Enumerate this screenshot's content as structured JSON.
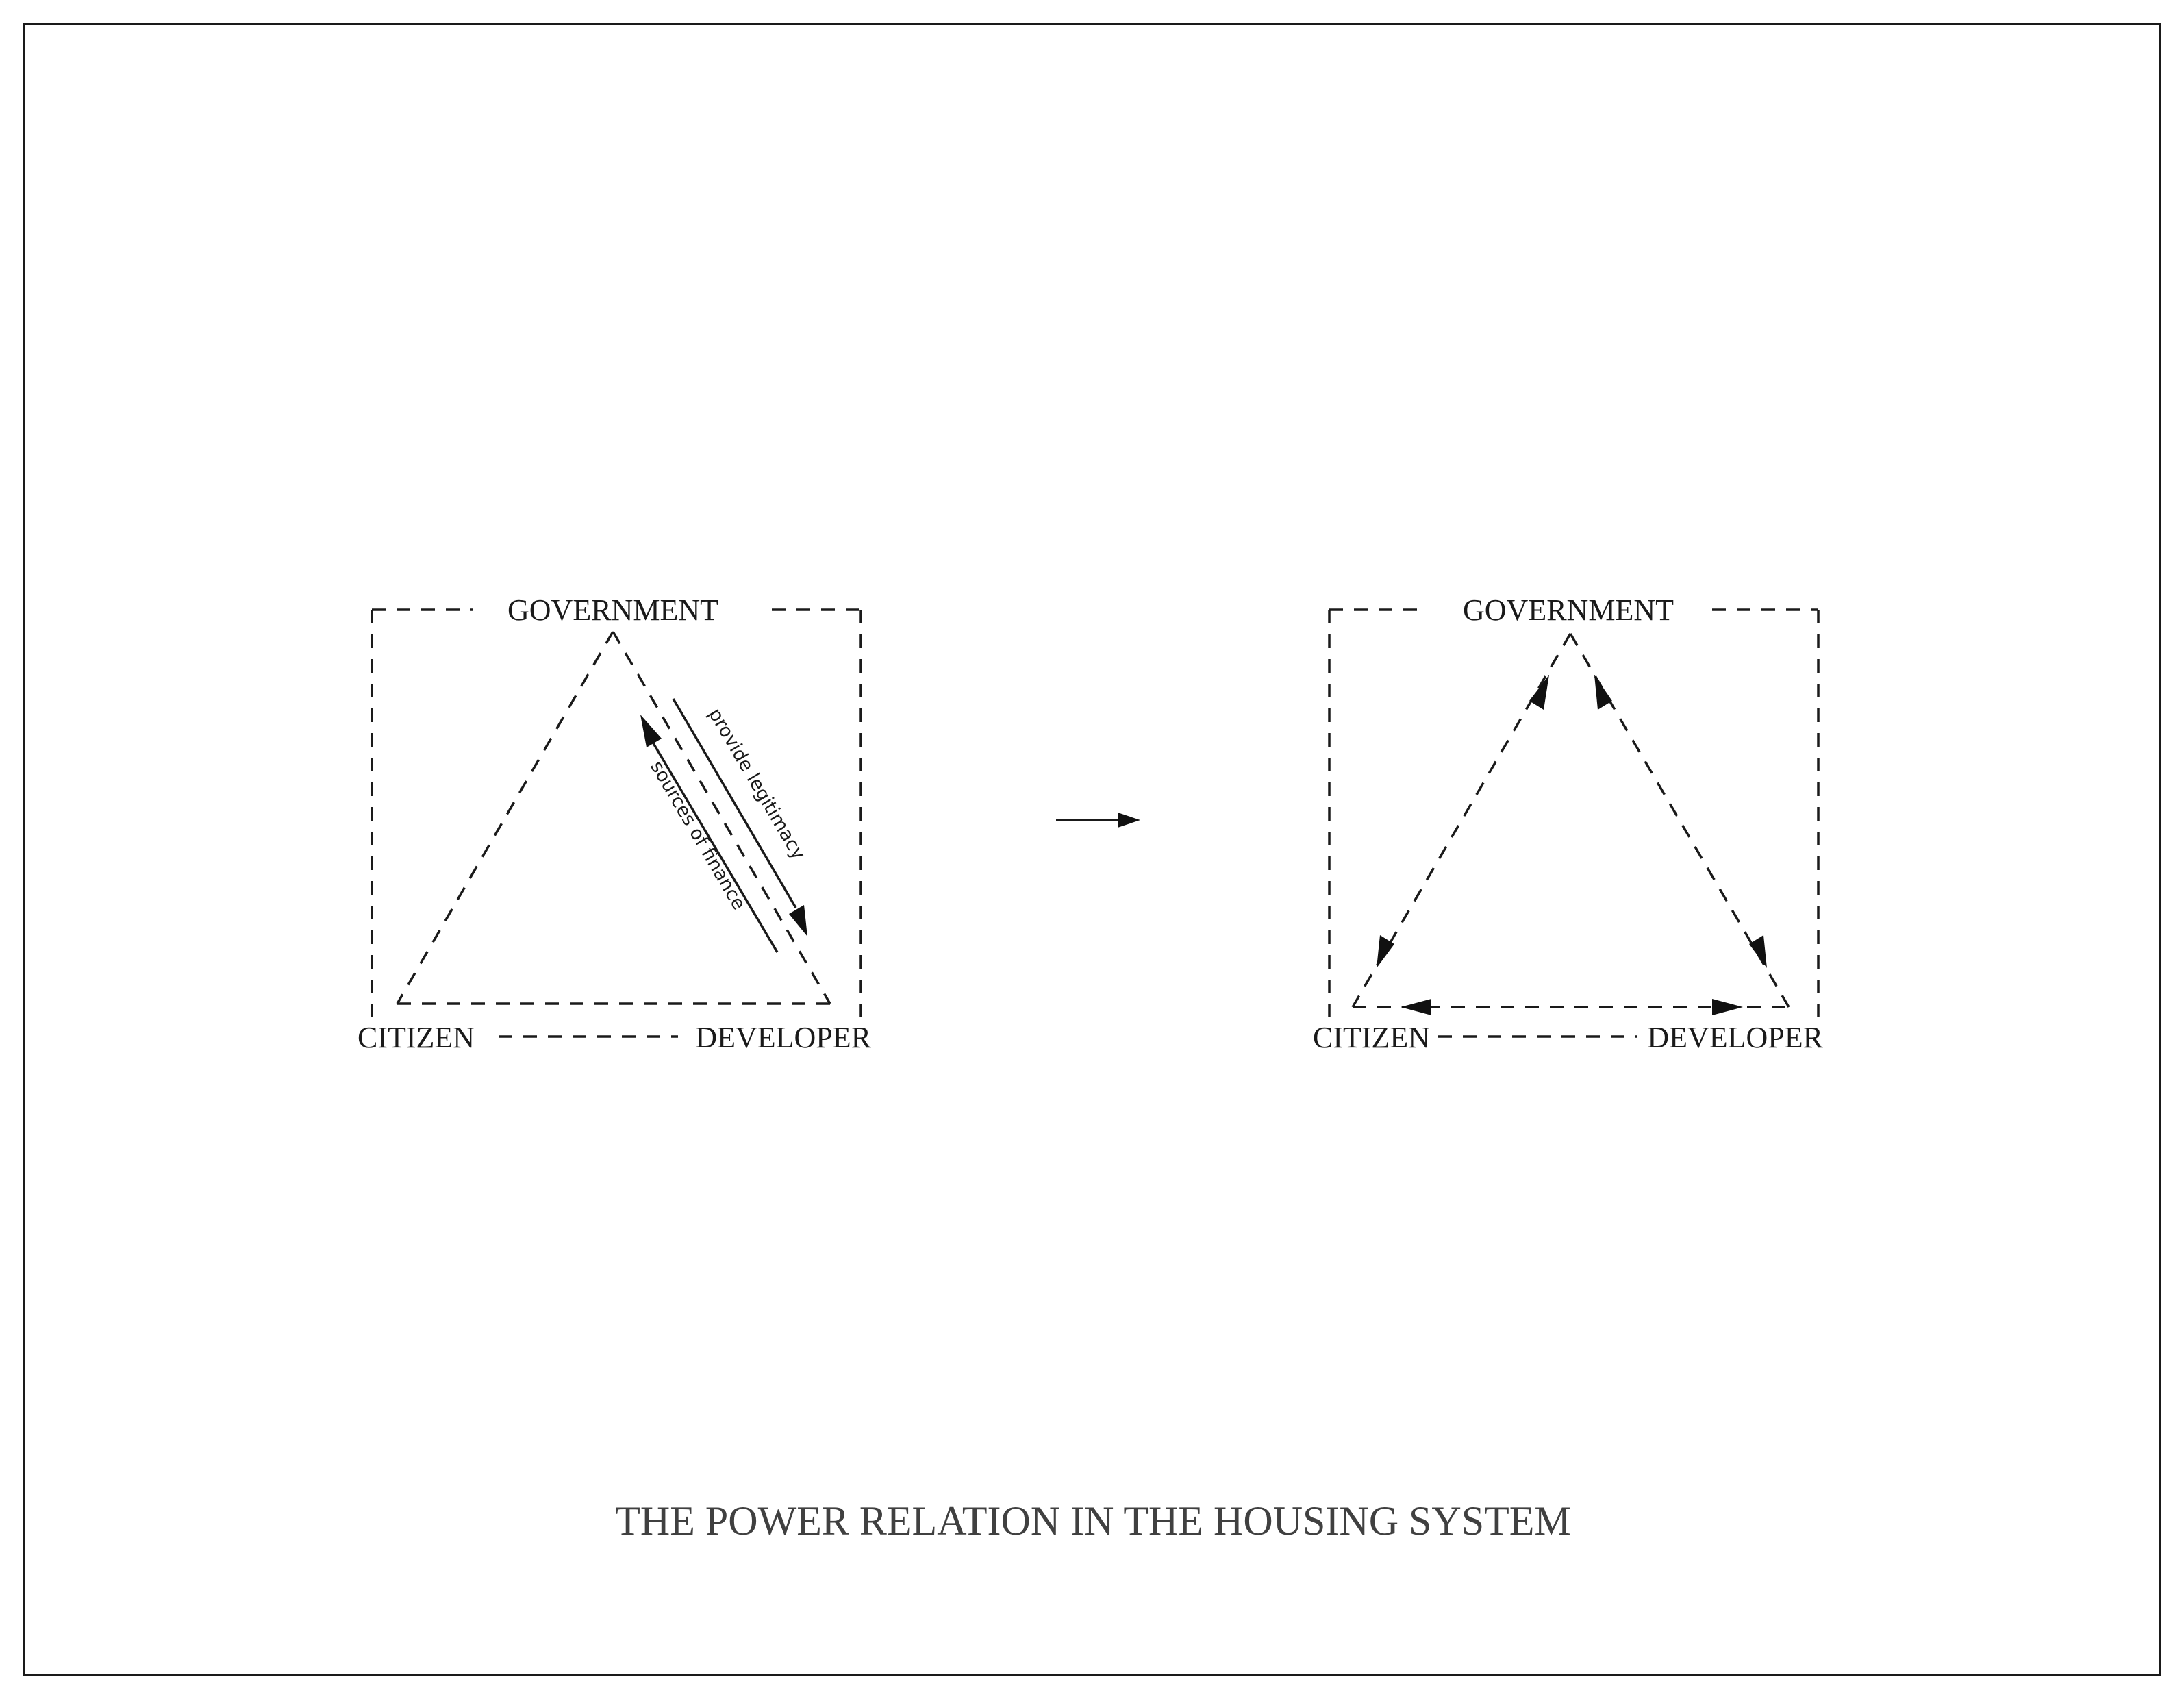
{
  "diagram": {
    "left": {
      "nodes": {
        "government": "GOVERNMENT",
        "citizen": "CITIZEN",
        "developer": "DEVELOPER"
      },
      "edges": {
        "government_to_developer": "provide legitimacy",
        "developer_to_government": "sources of finance"
      }
    },
    "transition_arrow": "right-arrow-icon",
    "right": {
      "nodes": {
        "government": "GOVERNMENT",
        "citizen": "CITIZEN",
        "developer": "DEVELOPER"
      }
    },
    "caption": "THE POWER RELATION IN THE HOUSING SYSTEM"
  }
}
